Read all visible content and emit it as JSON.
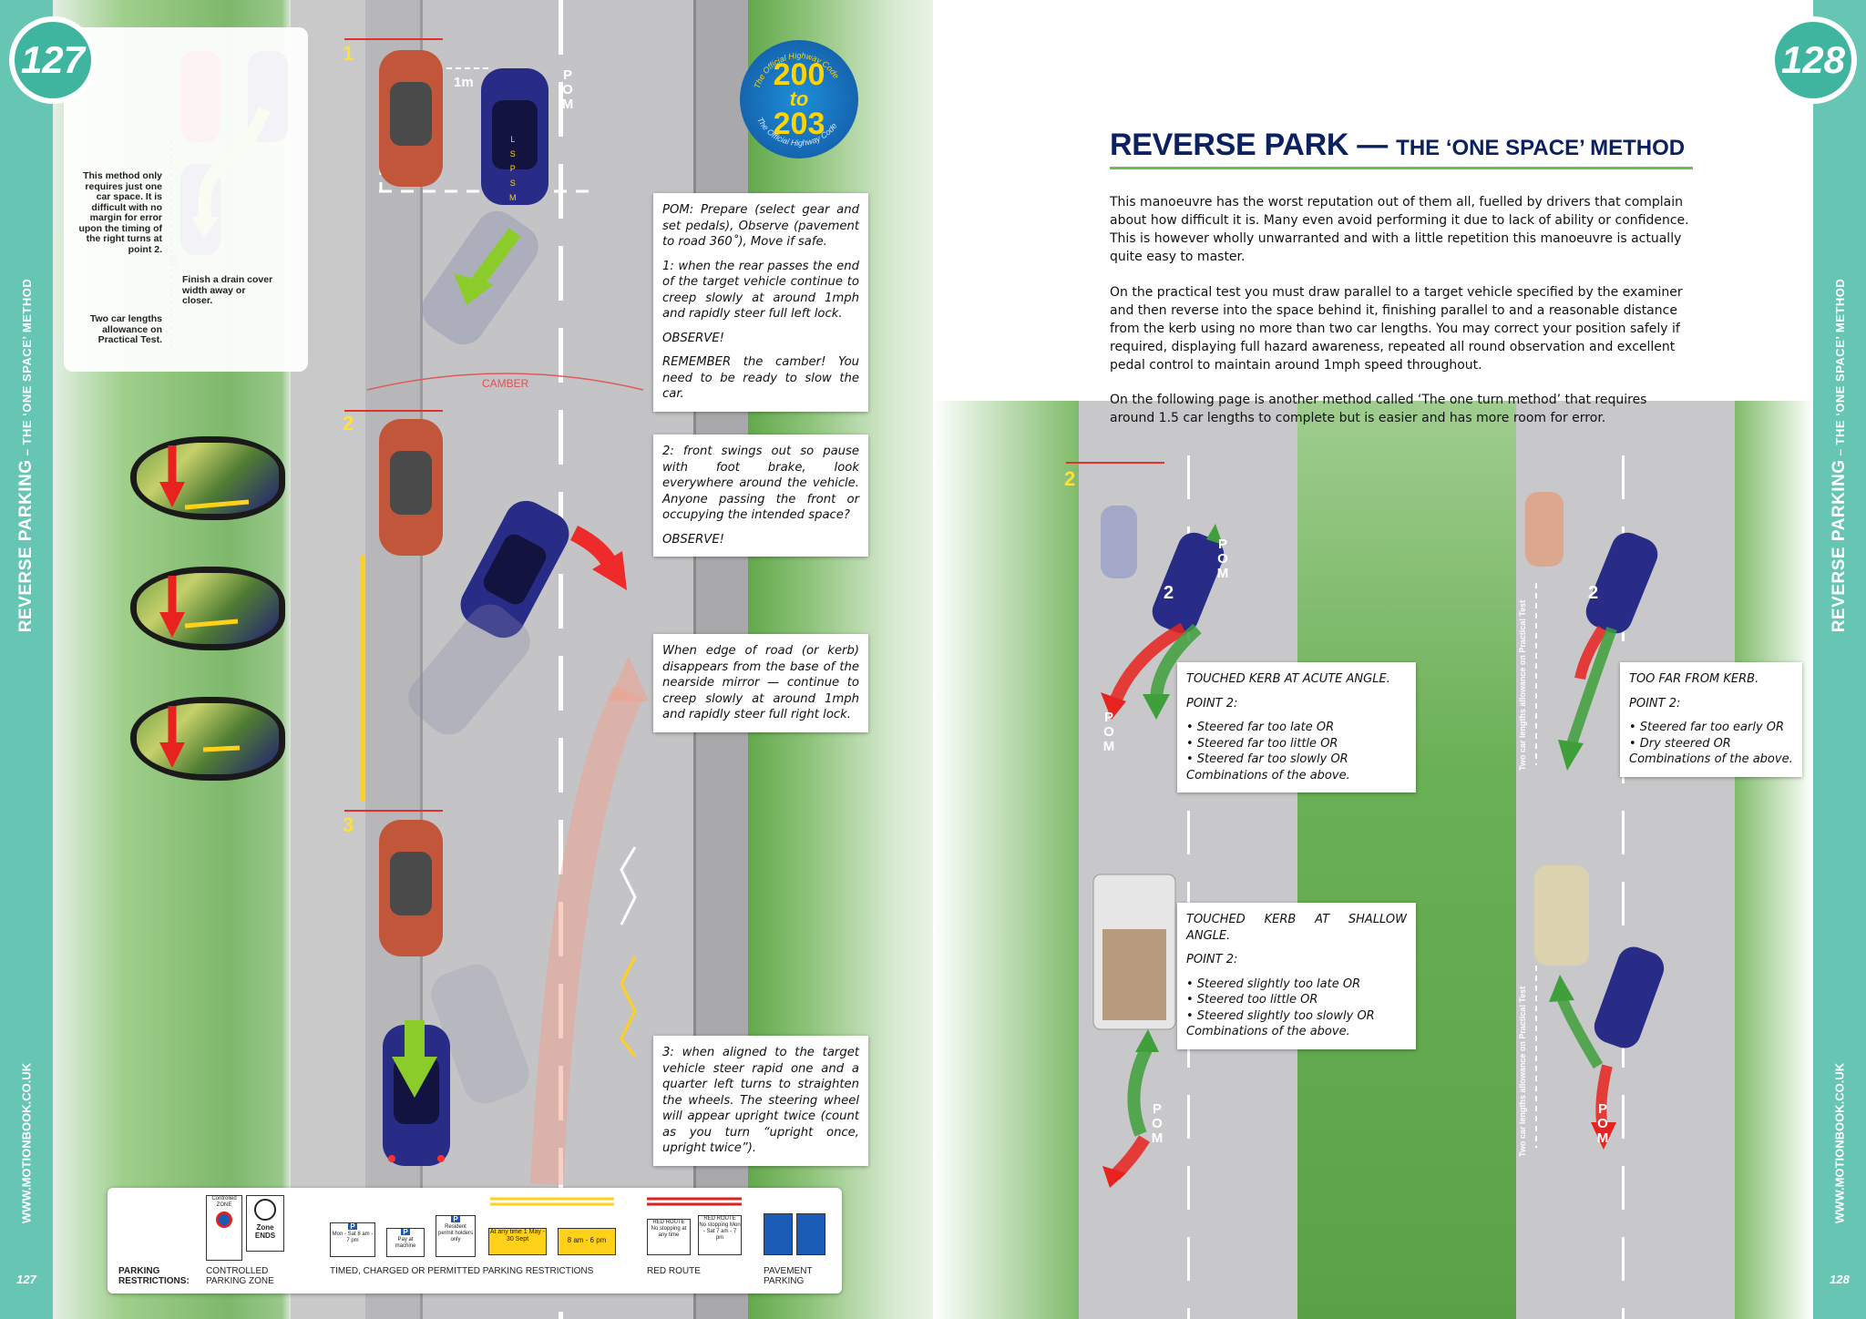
{
  "left_page": {
    "page_number": "127",
    "sidebar_title_main": "REVERSE PARKING",
    "sidebar_title_sub": " – THE ‘ONE SPACE’ METHOD",
    "sidebar_url": "WWW.MOTIONBOOK.CO.UK",
    "sidebar_page_number": "127",
    "highway_code_badge": {
      "ring_top": "The Official Highway Code",
      "from": "200",
      "to_word": "to",
      "until": "203",
      "ring_bottom": "The Official Highway Code"
    },
    "info_panel": {
      "method_note": "This method only requires just one car space. It is difficult with no margin for error upon the timing of the right turns at point 2.",
      "drain_note": "Finish a drain cover width away or closer.",
      "allowance_note": "Two car lengths allowance on Practical Test."
    },
    "diagram": {
      "step_labels": [
        "1",
        "2",
        "3"
      ],
      "distance_label": "1m",
      "pom_letters": [
        "P",
        "O",
        "M"
      ],
      "lspsm_letters": [
        "L",
        "S",
        "P",
        "S",
        "M"
      ],
      "camber_label": "CAMBER"
    },
    "instructions": [
      {
        "paragraphs": [
          "POM: Prepare (select gear and set pedals), Observe (pavement to road 360˚), Move if safe.",
          "1: when the rear passes the end of the target vehicle continue to creep slowly at around 1mph and rapidly steer full left lock.",
          "OBSERVE!",
          "REMEMBER the camber! You need to be ready to slow the car."
        ]
      },
      {
        "paragraphs": [
          "2: front swings out so pause with foot brake, look everywhere around the vehicle. Anyone passing the front or occupying the intended space?",
          "OBSERVE!"
        ]
      },
      {
        "paragraphs": [
          "When edge of road (or kerb) disappears from the base of the nearside mirror — continue to creep slowly at around 1mph and rapidly steer full right lock."
        ]
      },
      {
        "paragraphs": [
          "3: when aligned to the target vehicle steer rapid one and a quarter left turns to straighten the wheels. The steering wheel will appear upright twice (count as you turn “upright once, upright twice”)."
        ]
      }
    ],
    "legend": {
      "heading": "PARKING RESTRICTIONS:",
      "controlled_caption": "CONTROLLED PARKING ZONE",
      "timed_caption": "TIMED, CHARGED OR PERMITTED PARKING RESTRICTIONS",
      "red_route_caption": "RED ROUTE",
      "pavement_caption": "PAVEMENT PARKING",
      "signs": {
        "controlled_zone": "Controlled ZONE",
        "zone_ends": "Zone ENDS",
        "mon_sat": "Mon - Sat 8 am - 7 pm",
        "pay_at_machine": "Pay at machine",
        "resident": "Resident permit holders only",
        "at_any_time": "At any time 1 May - 30 Sept",
        "time_window": "8 am - 6 pm",
        "red_route": "RED ROUTE",
        "no_stopping": "No stopping at any time",
        "red_route_2": "RED ROUTE",
        "no_stopping_2": "No stopping Mon - Sat 7 am - 7 pm"
      }
    }
  },
  "right_page": {
    "page_number": "128",
    "sidebar_title_main": "REVERSE PARKING",
    "sidebar_title_sub": " – THE ‘ONE SPACE’ METHOD",
    "sidebar_url": "WWW.MOTIONBOOK.CO.UK",
    "sidebar_page_number": "128",
    "title_main": "REVERSE PARK — ",
    "title_sub": "THE ‘ONE SPACE’ METHOD",
    "paragraphs": [
      "This manoeuvre has the worst reputation out of them all, fuelled by drivers that complain about how difficult it is. Many even avoid performing it due to lack of ability or confidence. This is however wholly unwarranted and with a little repetition this manoeuvre is actually quite easy to master.",
      "On the practical test you must draw parallel to a target vehicle specified by the examiner and then reverse into the space behind it, finishing parallel to and a reasonable distance from the kerb using no more than two car lengths. You may correct your position safely if required, displaying full hazard awareness, repeated all round observation and excellent pedal control to maintain around 1mph speed throughout.",
      "On the following page is another method called ‘The one turn method’ that requires around 1.5 car lengths to complete but is easier and has more room for error."
    ],
    "diagram": {
      "step_label": "2",
      "car_number": "2",
      "pom_letters": [
        "P",
        "O",
        "M"
      ],
      "allowance_rotated": "Two car lengths allowance on Practical Test"
    },
    "error_boxes": [
      {
        "title": "TOUCHED KERB AT ACUTE ANGLE.",
        "subtitle": "POINT 2:",
        "items": [
          "• Steered far too late OR",
          "• Steered far too little OR",
          "• Steered far too slowly OR"
        ],
        "footer": "Combinations of the above."
      },
      {
        "title": "TOO FAR FROM KERB.",
        "subtitle": "POINT 2:",
        "items": [
          "• Steered far too early OR",
          "• Dry steered OR"
        ],
        "footer": "Combinations of the above."
      },
      {
        "title": "TOUCHED KERB AT SHALLOW ANGLE.",
        "subtitle": "POINT 2:",
        "items": [
          "• Steered slightly too late OR",
          "• Steered too little OR",
          "• Steered slightly too slowly OR"
        ],
        "footer": "Combinations of the above."
      }
    ]
  },
  "colors": {
    "teal": "#67c5b4",
    "title_navy": "#0b2160",
    "title_rule_green": "#6cbc57",
    "step_yellow": "#ffe03a",
    "rule_red": "#e0322b"
  }
}
